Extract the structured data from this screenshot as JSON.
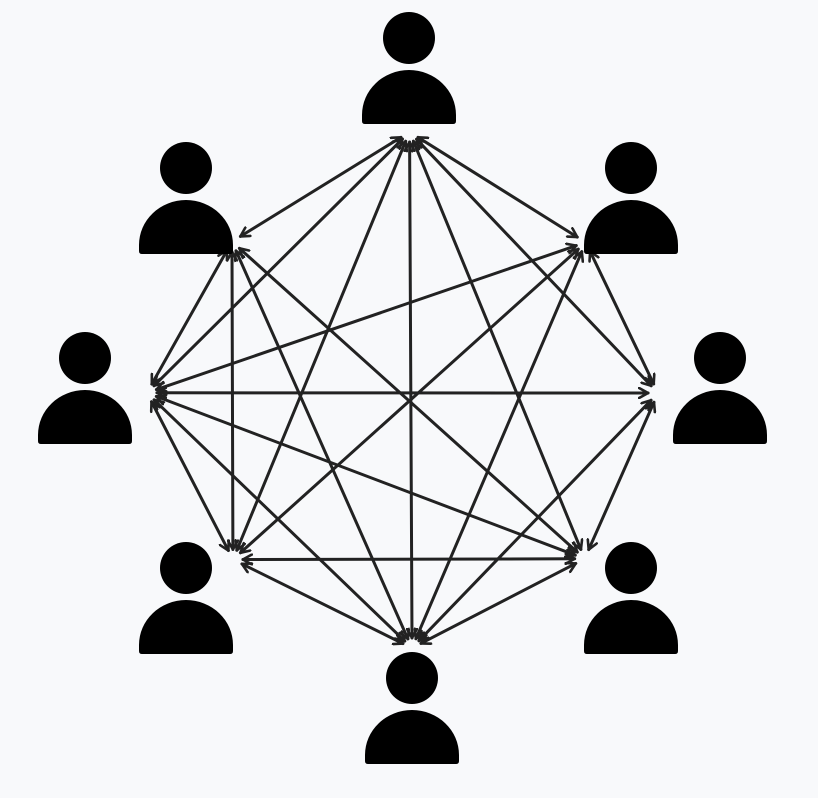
{
  "colors": {
    "background": "#f8f9fb",
    "person": "#000000",
    "arrow": "#222222"
  },
  "nodes": [
    {
      "id": "person-top",
      "icon": "person-icon"
    },
    {
      "id": "person-upper-left",
      "icon": "person-icon"
    },
    {
      "id": "person-upper-right",
      "icon": "person-icon"
    },
    {
      "id": "person-left",
      "icon": "person-icon"
    },
    {
      "id": "person-right",
      "icon": "person-icon"
    },
    {
      "id": "person-lower-left",
      "icon": "person-icon"
    },
    {
      "id": "person-lower-right",
      "icon": "person-icon"
    },
    {
      "id": "person-bottom",
      "icon": "person-icon"
    }
  ],
  "connections": [
    [
      "person-top",
      "person-upper-left"
    ],
    [
      "person-top",
      "person-upper-right"
    ],
    [
      "person-upper-right",
      "person-right"
    ],
    [
      "person-right",
      "person-lower-right"
    ],
    [
      "person-lower-right",
      "person-bottom"
    ],
    [
      "person-bottom",
      "person-lower-left"
    ],
    [
      "person-lower-left",
      "person-left"
    ],
    [
      "person-left",
      "person-upper-left"
    ],
    [
      "person-top",
      "person-bottom"
    ],
    [
      "person-top",
      "person-left"
    ],
    [
      "person-top",
      "person-lower-left"
    ],
    [
      "person-top",
      "person-lower-right"
    ],
    [
      "person-top",
      "person-right"
    ],
    [
      "person-upper-left",
      "person-lower-left"
    ],
    [
      "person-upper-left",
      "person-bottom"
    ],
    [
      "person-upper-left",
      "person-lower-right"
    ],
    [
      "person-upper-right",
      "person-left"
    ],
    [
      "person-upper-right",
      "person-lower-left"
    ],
    [
      "person-upper-right",
      "person-bottom"
    ],
    [
      "person-left",
      "person-right"
    ],
    [
      "person-left",
      "person-lower-right"
    ],
    [
      "person-left",
      "person-bottom"
    ],
    [
      "person-right",
      "person-bottom"
    ],
    [
      "person-lower-left",
      "person-lower-right"
    ]
  ]
}
